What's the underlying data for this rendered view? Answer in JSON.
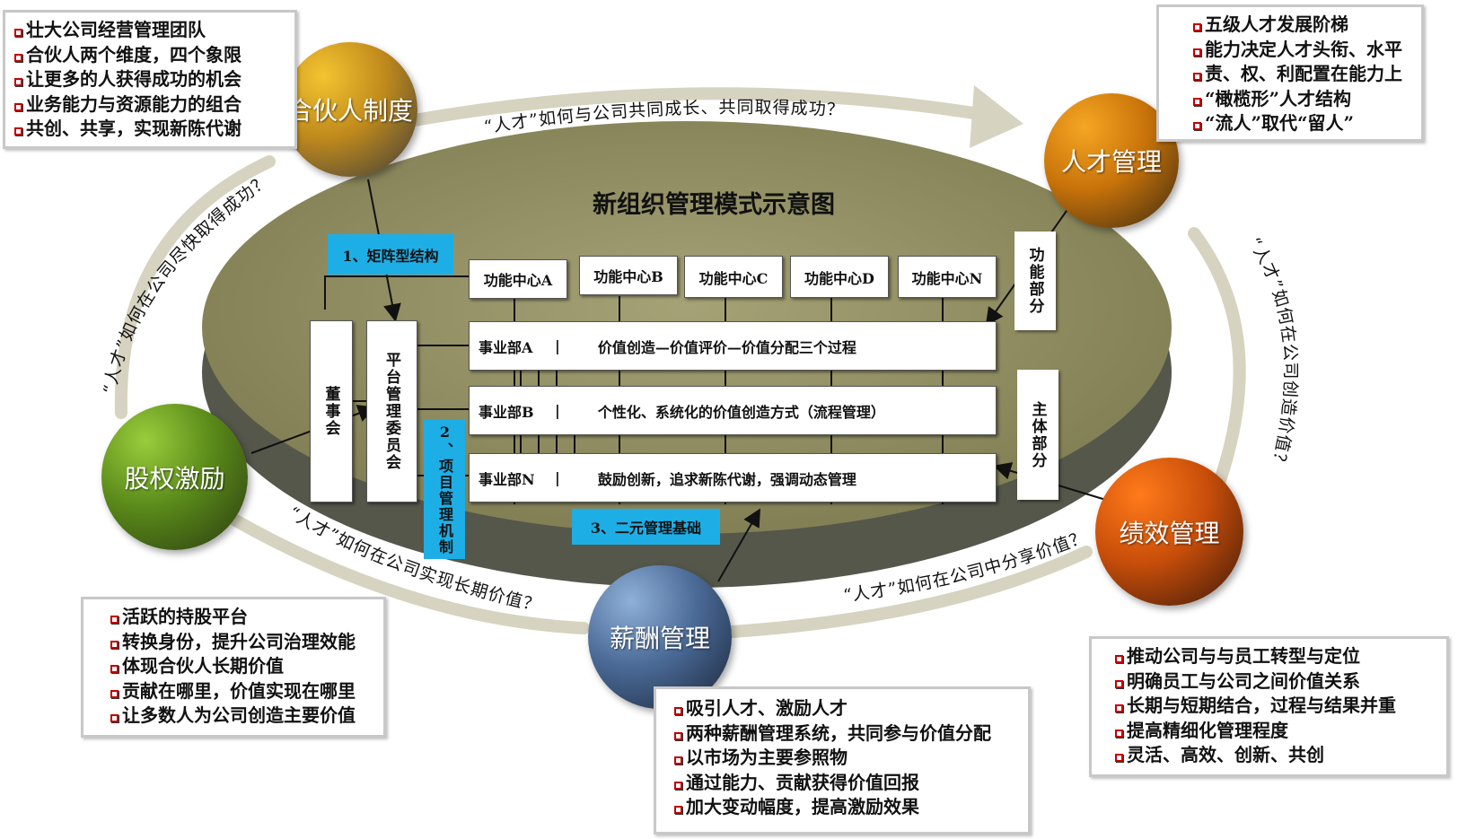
{
  "title": "新组织管理模式示意图",
  "circles": {
    "partner": "合伙人制度",
    "talent": "人才管理",
    "equity": "股权激励",
    "performance": "绩效管理",
    "salary": "薪酬管理"
  },
  "boxes": {
    "partner": [
      "壮大公司经营管理团队",
      "合伙人两个维度，四个象限",
      "让更多的人获得成功的机会",
      "业务能力与资源能力的组合",
      "共创、共享，实现新陈代谢"
    ],
    "talent": [
      "五级人才发展阶梯",
      "能力决定人才头衔、水平",
      "责、权、利配置在能力上",
      "“橄榄形”人才结构",
      "“流人”取代“留人”"
    ],
    "equity": [
      "活跃的持股平台",
      "转换身份，提升公司治理效能",
      "体现合伙人长期价值",
      "贡献在哪里，价值实现在哪里",
      "让多数人为公司创造主要价值"
    ],
    "salary": [
      "吸引人才、激励人才",
      "两种薪酬管理系统，共同参与价值分配",
      "以市场为主要参照物",
      "通过能力、贡献获得价值回报",
      "加大变动幅度，提高激励效果"
    ],
    "performance": [
      "推动公司与与员工转型与定位",
      "明确员工与公司之间价值关系",
      "长期与短期结合，过程与结果并重",
      "提高精细化管理程度",
      "灵活、高效、创新、共创"
    ]
  },
  "arcs": {
    "top": "“人才”如何与公司共同成长、共同取得成功？",
    "left": "“人才”如何在公司尽快取得成功？",
    "right": "“人才”如何在公司创造价值？",
    "bottom_left": "“人才”如何在公司实现长期价值？",
    "bottom_right": "“人才”如何在公司中分享价值？"
  },
  "labels": {
    "matrix": "1、矩阵型结构",
    "project": "2、项目管理机制",
    "binary": "3、二元管理基础",
    "board": "董事会",
    "platform": "平台管理委员会",
    "function_part": "功能部分",
    "main_part": "主体部分"
  },
  "function_centers": [
    "功能中心A",
    "功能中心B",
    "功能中心C",
    "功能中心D",
    "功能中心N"
  ],
  "departments": [
    {
      "name": "事业部A",
      "desc": "价值创造—价值评价—价值分配三个过程"
    },
    {
      "name": "事业部B",
      "desc": "个性化、系统化的价值创造方式（流程管理）"
    },
    {
      "name": "事业部N",
      "desc": "鼓励创新，追求新陈代谢，强调动态管理"
    }
  ],
  "colors": {
    "ellipse_top": "#8e8b5f",
    "ellipse_side": "#55574b",
    "arc": "#d6d3c0",
    "blue": "#1eaee6",
    "bullet": "#c00000"
  }
}
